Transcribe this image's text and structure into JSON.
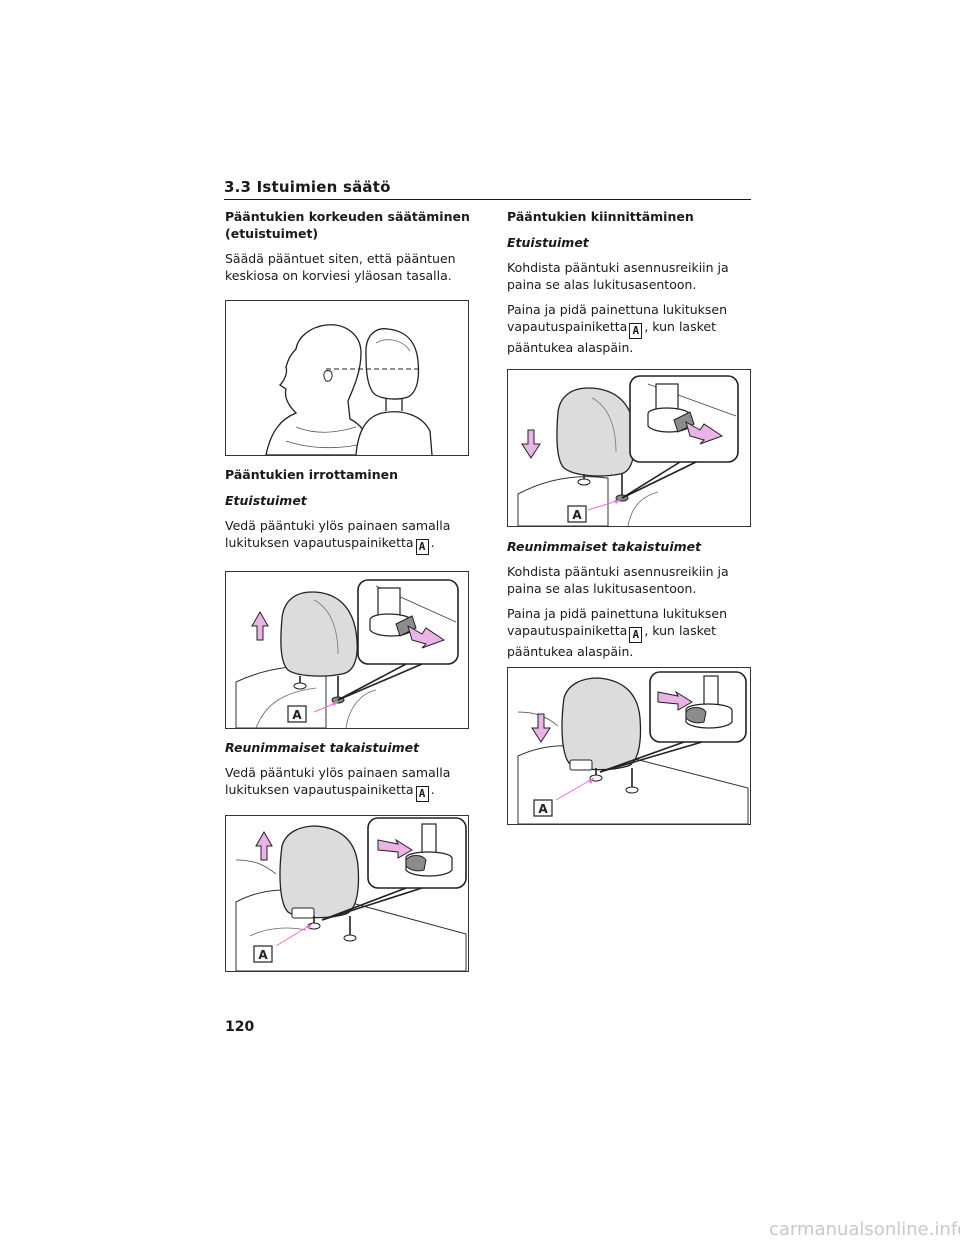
{
  "section": {
    "title": "3.3 Istuimien säätö"
  },
  "left": {
    "heading1": "Pääntukien korkeuden säätäminen (etuistuimet)",
    "para1": "Säädä pääntuet siten, että pääntuen keskiosa on korviesi yläosan tasalla.",
    "heading2": "Pääntukien irrottaminen",
    "sub_front": "Etuistuimet",
    "para_front_pre": "Vedä pääntuki ylös painaen samalla lukituksen vapautuspainiketta",
    "para_front_post": ".",
    "sub_rear": "Reunimmaiset takaistuimet",
    "para_rear_pre": "Vedä pääntuki ylös painaen samalla lukituksen vapautuspainiketta",
    "para_rear_post": "."
  },
  "right": {
    "heading": "Pääntukien kiinnittäminen",
    "sub_front": "Etuistuimet",
    "para_front_1": "Kohdista pääntuki asennusreikiin ja paina se alas lukitusasentoon.",
    "para_front_2_pre": "Paina ja pidä painettuna lukituksen vapautuspainiketta",
    "para_front_2_post": ", kun lasket pääntukea alaspäin.",
    "sub_rear": "Reunimmaiset takaistuimet",
    "para_rear_1": "Kohdista pääntuki asennusreikiin ja paina se alas lukitusasentoon.",
    "para_rear_2_pre": "Paina ja pidä painettuna lukituksen vapautuspainiketta",
    "para_rear_2_post": ", kun lasket pääntukea alaspäin."
  },
  "label_a": "A",
  "page_number": "120",
  "watermark": "carmanualsonline.info",
  "colors": {
    "accent_pink": "#e56ee0",
    "arrow_fill": "#eab4e6",
    "headrest_fill": "#dcdcdc",
    "button_fill": "#8c8c8c"
  }
}
